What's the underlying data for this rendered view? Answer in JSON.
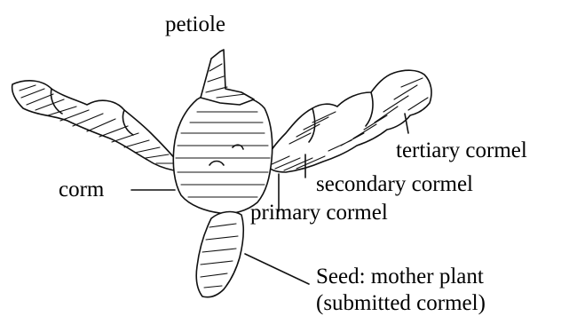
{
  "labels": {
    "petiole": "petiole",
    "tertiary": "tertiary cormel",
    "secondary": "secondary cormel",
    "corm": "corm",
    "primary": "primary cormel",
    "seed_line1": "Seed: mother plant",
    "seed_line2": "(submitted cormel)"
  }
}
